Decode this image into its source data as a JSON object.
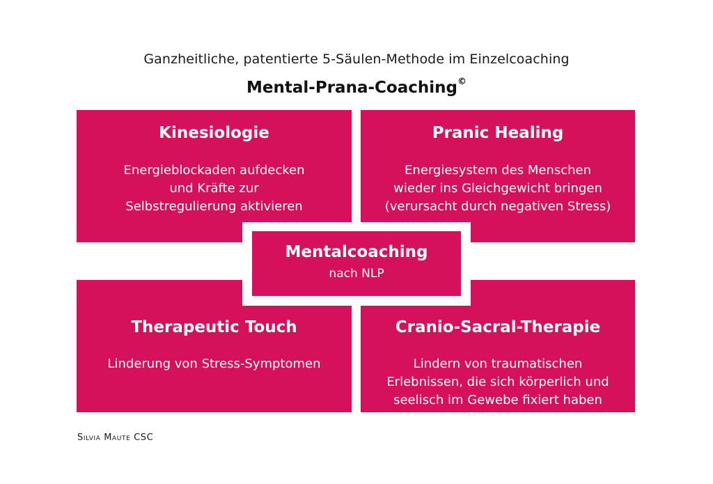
{
  "header": {
    "subtitle": "Ganzheitliche, patentierte 5-Säulen-Methode im Einzelcoaching",
    "title": "Mental-Prana-Coaching",
    "title_mark": "©"
  },
  "pillars": {
    "kinesiologie": {
      "title": "Kinesiologie",
      "lines": [
        "Energieblockaden aufdecken",
        "und Kräfte zur",
        "Selbstregulierung aktivieren"
      ]
    },
    "pranic_healing": {
      "title": "Pranic Healing",
      "lines": [
        "Energiesystem des Menschen",
        "wieder ins Gleichgewicht bringen",
        "(verursacht durch negativen Stress)"
      ]
    },
    "mentalcoaching": {
      "title": "Mentalcoaching",
      "lines": [
        "nach NLP"
      ]
    },
    "therapeutic_touch": {
      "title": "Therapeutic Touch",
      "lines": [
        "Linderung von Stress-Symptomen"
      ]
    },
    "cranio": {
      "title": "Cranio-Sacral-Therapie",
      "lines": [
        "Lindern von traumatischen",
        "Erlebnissen, die sich körperlich und",
        "seelisch im Gewebe fixiert haben"
      ]
    }
  },
  "footer": {
    "credit": "Silvia Maute CSC"
  },
  "colors": {
    "box_fill": "#d4115a",
    "box_text": "#ffffff"
  }
}
